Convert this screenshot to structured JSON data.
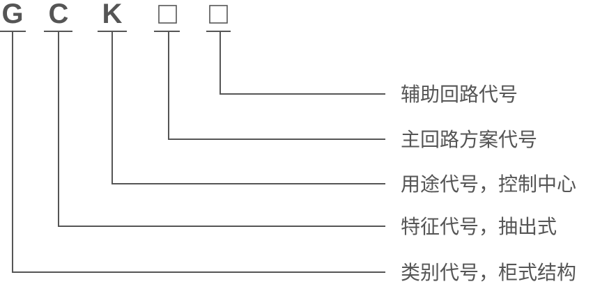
{
  "code": {
    "letters": [
      "G",
      "C",
      "K"
    ],
    "placeholders": 2
  },
  "descriptions": {
    "auxiliary_circuit": "辅助回路代号",
    "main_circuit": "主回路方案代号",
    "usage": "用途代号，控制中心",
    "feature": "特征代号，抽出式",
    "category": "类别代号，柜式结构"
  },
  "colors": {
    "ink": "#555555",
    "background": "#ffffff"
  }
}
